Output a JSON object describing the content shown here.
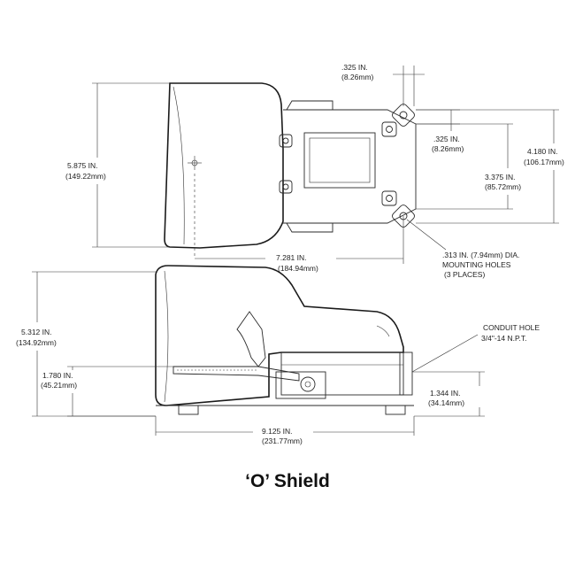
{
  "caption": "‘O’ Shield",
  "dimensions": {
    "top_width": ".325 IN.",
    "top_width_mm": "(8.26mm)",
    "hole_offset": ".325 IN.",
    "hole_offset_mm": "(8.26mm)",
    "overall_height_top": "5.875 IN.",
    "overall_height_top_mm": "(149.22mm)",
    "mount_span_outer": "4.180 IN.",
    "mount_span_outer_mm": "(106.17mm)",
    "mount_span_inner": "3.375 IN.",
    "mount_span_inner_mm": "(85.72mm)",
    "length_to_holes": "7.281 IN.",
    "length_to_holes_mm": "(184.94mm)",
    "side_height": "5.312 IN.",
    "side_height_mm": "(134.92mm)",
    "pedal_height": "1.780 IN.",
    "pedal_height_mm": "(45.21mm)",
    "conduit_height": "1.344 IN.",
    "conduit_height_mm": "(34.14mm)",
    "overall_length": "9.125 IN.",
    "overall_length_mm": "(231.77mm)"
  },
  "notes": {
    "holes_line1": ".313 IN. (7.94mm) DIA.",
    "holes_line2": "MOUNTING HOLES",
    "holes_line3": "(3 PLACES)",
    "conduit_line1": "CONDUIT HOLE",
    "conduit_line2": "3/4\"-14 N.P.T."
  }
}
